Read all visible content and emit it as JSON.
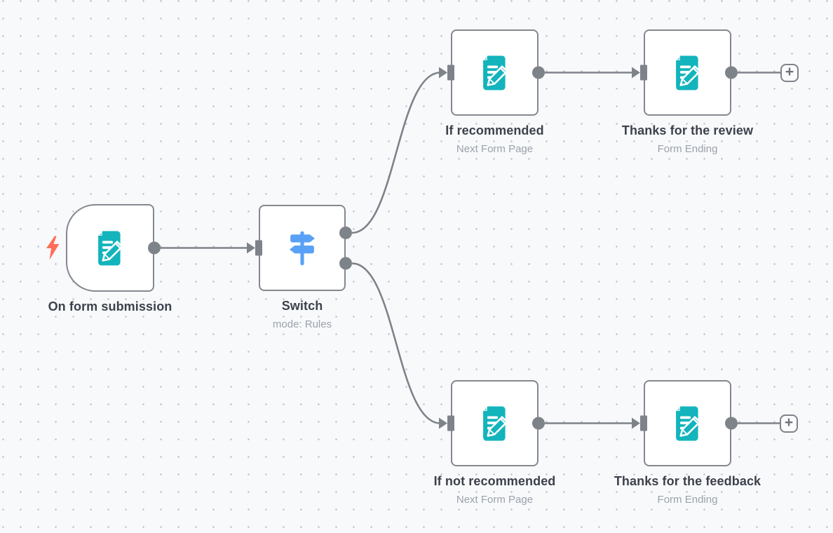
{
  "workflow": {
    "nodes": [
      {
        "id": "on-form-submission",
        "label": "On form submission",
        "sublabel": "",
        "icon": "form-icon",
        "kind": "trigger"
      },
      {
        "id": "switch",
        "label": "Switch",
        "sublabel": "mode: Rules",
        "icon": "switch-icon",
        "kind": "action"
      },
      {
        "id": "if-recommended",
        "label": "If recommended",
        "sublabel": "Next Form Page",
        "icon": "form-icon",
        "kind": "action"
      },
      {
        "id": "thanks-review",
        "label": "Thanks for the review",
        "sublabel": "Form Ending",
        "icon": "form-icon",
        "kind": "action"
      },
      {
        "id": "if-not-recommended",
        "label": "If not recommended",
        "sublabel": "Next Form Page",
        "icon": "form-icon",
        "kind": "action"
      },
      {
        "id": "thanks-feedback",
        "label": "Thanks for the feedback",
        "sublabel": "Form Ending",
        "icon": "form-icon",
        "kind": "action"
      }
    ],
    "add_buttons": [
      {
        "label": "+"
      },
      {
        "label": "+"
      }
    ],
    "colors": {
      "background": "#f8f9fb",
      "grid_dot": "#c7cad1",
      "node_border": "#84888e",
      "connector": "#7e838a",
      "label_text": "#3c414b",
      "sublabel_text": "#9ba1ab",
      "form_icon_teal": "#13b4bc",
      "switch_icon_blue": "#59a1f7",
      "trigger_bolt_red": "#ff6e5a"
    }
  }
}
